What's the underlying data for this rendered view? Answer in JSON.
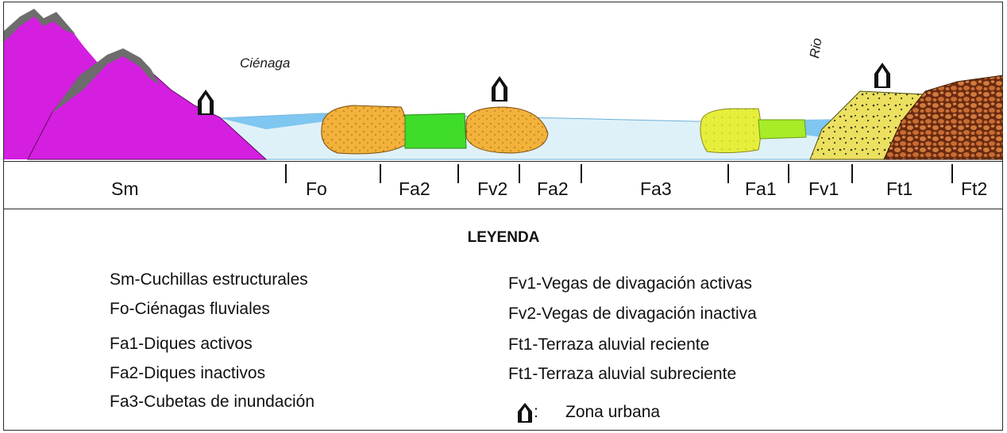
{
  "labels": {
    "cienaga": "Ciénaga",
    "rio": "Rio"
  },
  "units": [
    {
      "id": "sm",
      "label": "Sm"
    },
    {
      "id": "fo",
      "label": "Fo"
    },
    {
      "id": "fa2a",
      "label": "Fa2"
    },
    {
      "id": "fv2",
      "label": "Fv2"
    },
    {
      "id": "fa2b",
      "label": "Fa2"
    },
    {
      "id": "fa3",
      "label": "Fa3"
    },
    {
      "id": "fa1",
      "label": "Fa1"
    },
    {
      "id": "fv1",
      "label": "Fv1"
    },
    {
      "id": "ft1",
      "label": "Ft1"
    },
    {
      "id": "ft2",
      "label": "Ft2"
    }
  ],
  "legend": {
    "title": "LEYENDA",
    "left": [
      "Sm-Cuchillas estructurales",
      "Fo-Ciénagas fluviales",
      "Fa1-Diques activos",
      "Fa2-Diques inactivos",
      "Fa3-Cubetas de inundación"
    ],
    "right": [
      "Fv1-Vegas de divagación activas",
      "Fv2-Vegas de divagación inactiva",
      "Ft1-Terraza aluvial reciente",
      "Ft1-Terraza aluvial subreciente"
    ],
    "urban_symbol": ":",
    "urban": "Zona urbana"
  },
  "colors": {
    "mountain": "#d41ee0",
    "mountain_ridge": "#6d6d6d",
    "water": "#7fc6f0",
    "floodplain": "#dff1f8",
    "levee_orange": "#f2b23a",
    "levee_green": "#3fdc2a",
    "levee_yellow": "#e6ee3c",
    "levee_lime": "#a8ec28",
    "terrace_yellow": "#ece060",
    "terrace_brown": "#b5592c"
  }
}
